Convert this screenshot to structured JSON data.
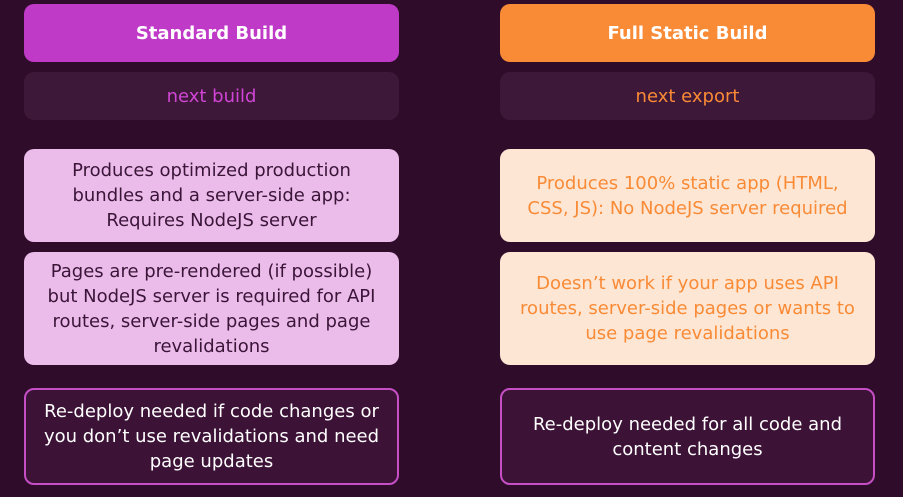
{
  "left": {
    "header": "Standard Build",
    "command": "next build",
    "desc1": "Produces optimized production bundles and a server-side app: Requires NodeJS server",
    "desc2": "Pages are pre-rendered (if possible) but NodeJS server is required for API routes, server-side pages and page revalidations",
    "redeploy": "Re-deploy needed if code changes or you don’t use revalidations and need page updates"
  },
  "right": {
    "header": "Full Static Build",
    "command": "next export",
    "desc1": "Produces 100% static app (HTML, CSS, JS): No NodeJS server required",
    "desc2": "Doesn’t work if your app uses API routes, server-side pages or wants to use page revalidations",
    "redeploy": "Re-deploy needed for all code and content changes"
  },
  "colors": {
    "background": "#2e0c2a",
    "standard_accent": "#c03ac8",
    "static_accent": "#f98a36",
    "standard_desc_bg": "#ebbbea",
    "static_desc_bg": "#fde7d4",
    "redeploy_border": "#c64fc6"
  }
}
